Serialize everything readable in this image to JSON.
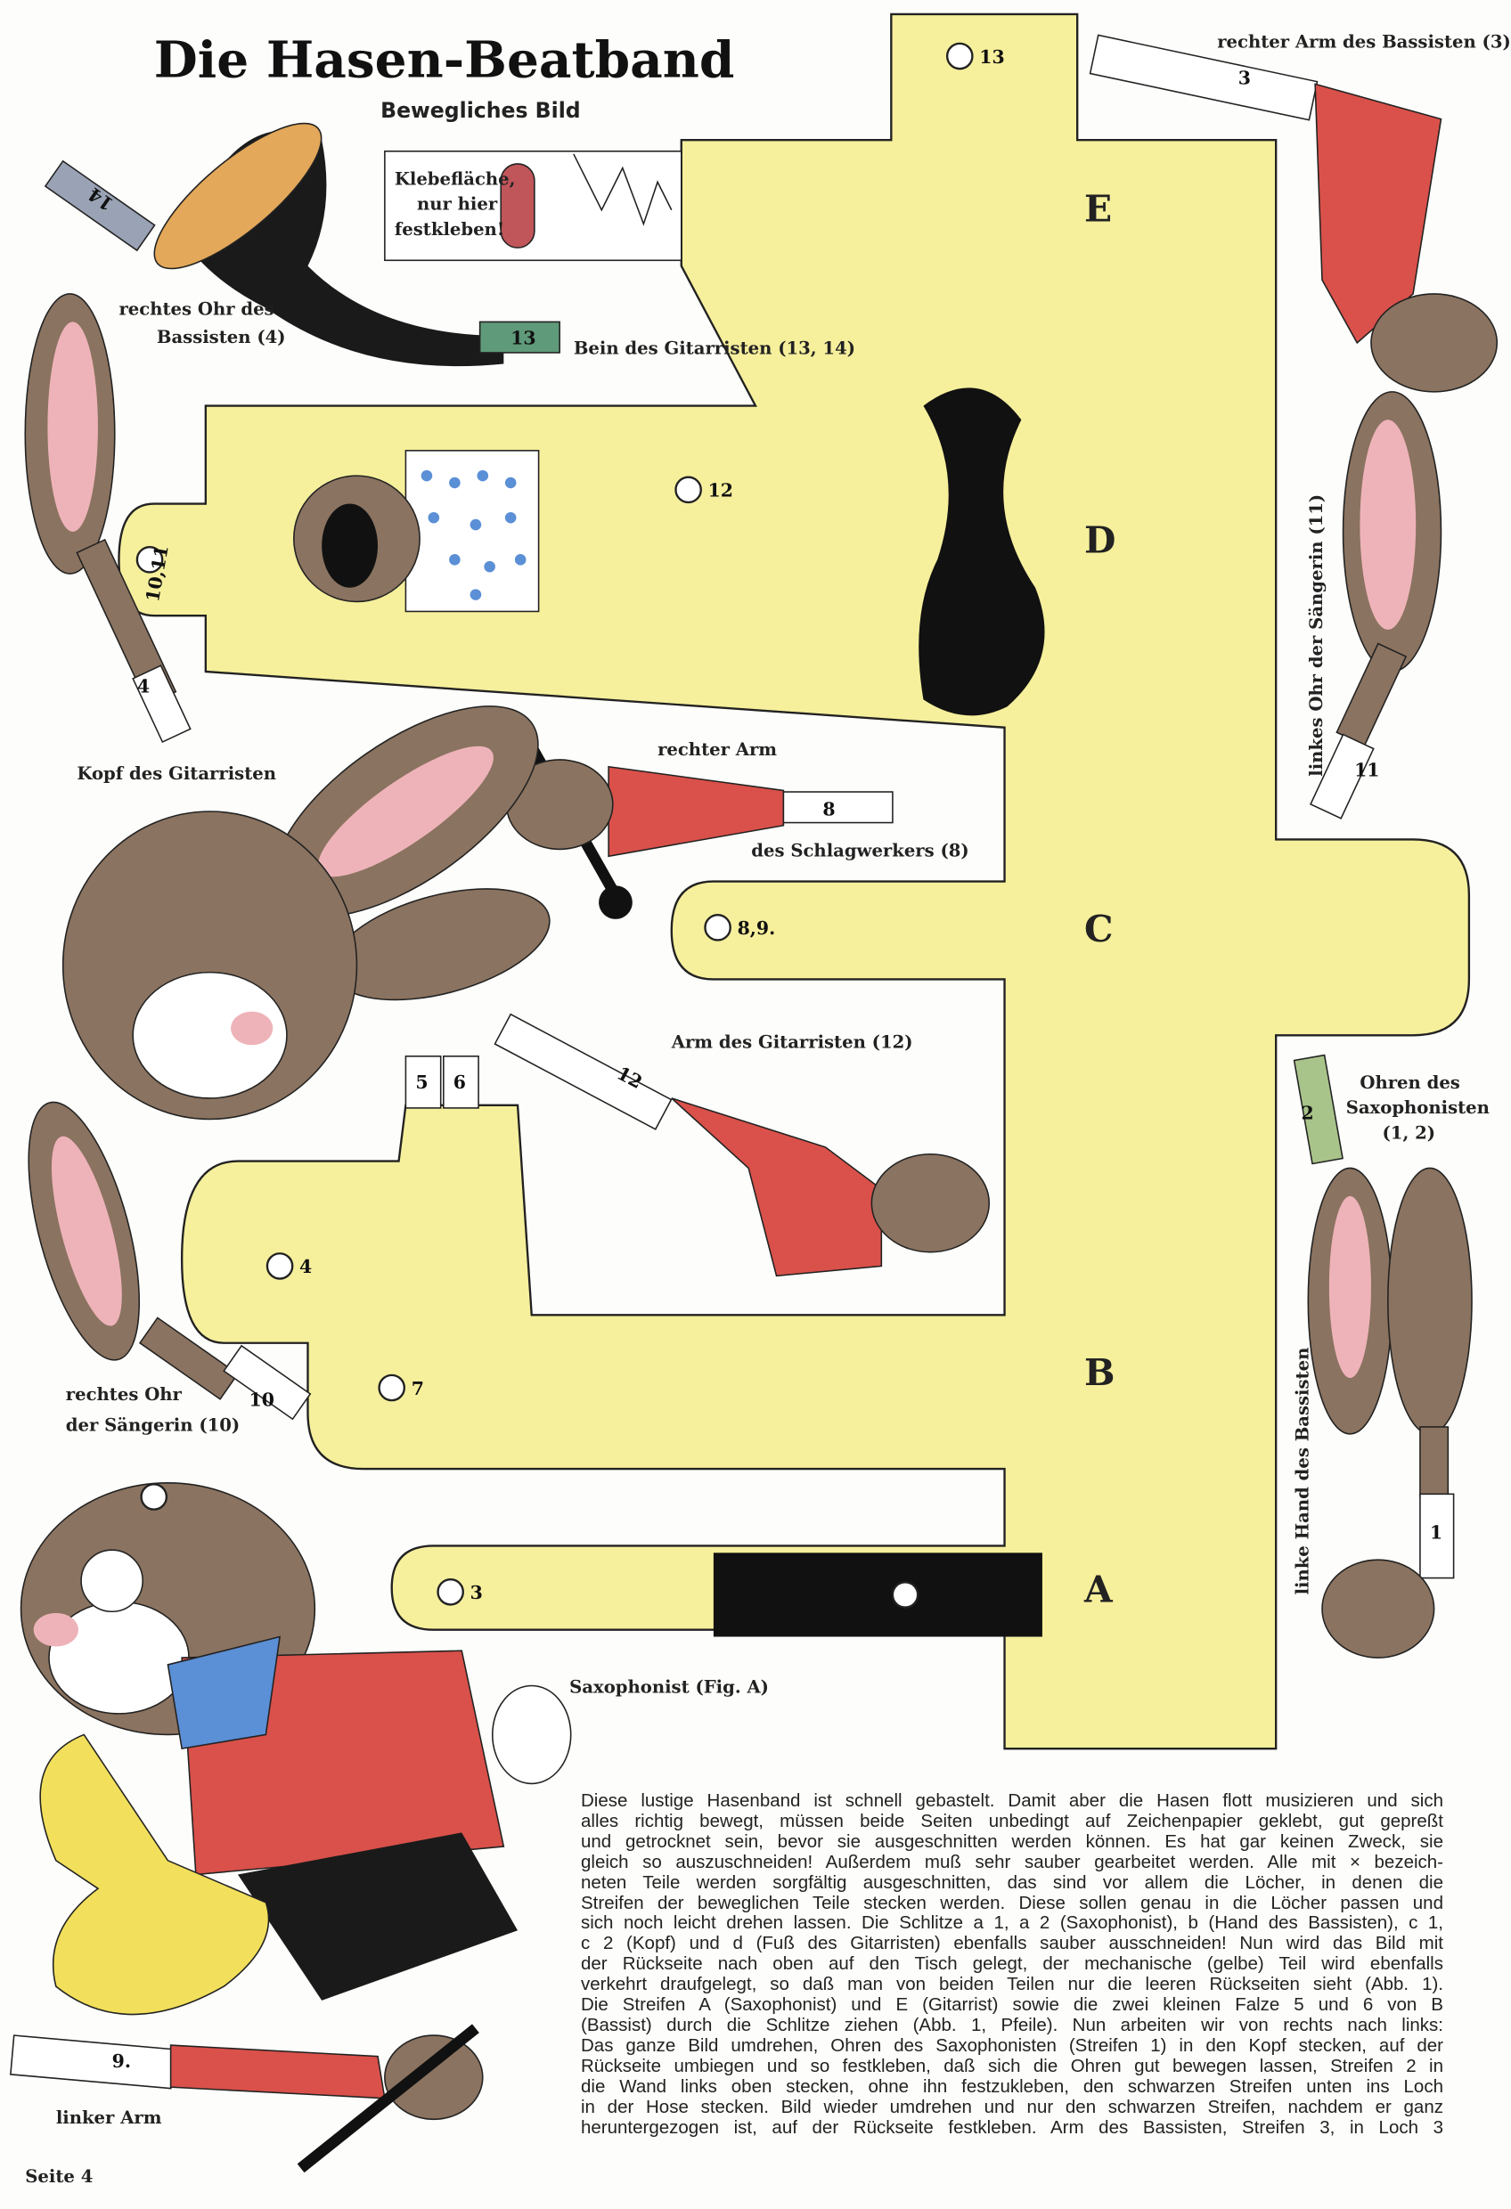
{
  "title": "Die Hasen-Beatband",
  "subtitle": "Bewegliches Bild",
  "glue_area": [
    "Klebefläche,",
    "nur hier",
    "festkleben!"
  ],
  "labels": {
    "bass_right_arm": "rechter Arm des Bassisten (3)",
    "bass_right_ear": [
      "rechtes Ohr des",
      "Bassisten (4)"
    ],
    "guitar_leg": "Bein des Gitarristen (13, 14)",
    "guitar_head": "Kopf des Gitarristen",
    "drummer_arm": [
      "rechter Arm",
      "des Schlagwerkers (8)"
    ],
    "guitar_arm": "Arm des Gitarristen (12)",
    "singer_left_ear": "linkes Ohr der Sängerin (11)",
    "sax_ears": [
      "Ohren des",
      "Saxophonisten",
      "(1, 2)"
    ],
    "singer_right_ear": [
      "rechtes Ohr",
      "der Sängerin (10)"
    ],
    "saxophonist": "Saxophonist (Fig. A)",
    "bass_left_hand": "linke Hand des Bassisten",
    "left_arm": "linker Arm",
    "page": "Seite 4"
  },
  "strip_letters": [
    "E",
    "D",
    "C",
    "B",
    "A"
  ],
  "hole_numbers": {
    "h13": "13",
    "h12": "12",
    "h1011": "10,11",
    "h89": "8,9.",
    "h4": "4",
    "h7": "7",
    "h3": "3",
    "f5": "5",
    "f6": "6"
  },
  "strip_numbers": {
    "s14": "14",
    "s13": "13",
    "s3": "3",
    "s4": "4",
    "s11": "11",
    "s8": "8",
    "s12": "12",
    "s2": "2",
    "s1": "1",
    "s10": "10",
    "s9": "9."
  },
  "instructions": [
    "Diese lustige Hasenband ist schnell gebastelt. Damit aber die Hasen flott musizieren und sich",
    "alles richtig bewegt, müssen beide Seiten unbedingt auf Zeichenpapier geklebt, gut gepreßt",
    "und getrocknet sein, bevor sie ausgeschnitten werden können. Es hat gar keinen Zweck, sie",
    "gleich so auszuschneiden! Außerdem muß sehr sauber gearbeitet werden. Alle mit × bezeich-",
    "neten Teile werden sorgfältig ausgeschnitten, das sind vor allem die Löcher, in denen die",
    "Streifen der beweglichen Teile stecken werden. Diese sollen genau in die Löcher passen und",
    "sich noch leicht drehen lassen. Die Schlitze a 1, a 2 (Saxophonist), b (Hand des Bassisten), c 1,",
    "c 2 (Kopf) und d (Fuß des Gitarristen) ebenfalls sauber ausschneiden! Nun wird das Bild mit",
    "der Rückseite nach oben auf den Tisch gelegt, der mechanische (gelbe) Teil wird ebenfalls",
    "verkehrt draufgelegt, so daß man von beiden Teilen nur die leeren Rückseiten sieht (Abb. 1).",
    "Die Streifen A (Saxophonist) und E (Gitarrist) sowie die zwei kleinen Falze 5 und 6 von B",
    "(Bassist) durch die Schlitze ziehen (Abb. 1, Pfeile). Nun arbeiten wir von rechts nach links:",
    "Das ganze Bild umdrehen, Ohren des Saxophonisten (Streifen 1) in den Kopf stecken, auf der",
    "Rückseite umbiegen und so festkleben, daß sich die Ohren gut bewegen lassen, Streifen 2 in",
    "die Wand links oben stecken, ohne ihn festzukleben, den schwarzen Streifen unten ins Loch",
    "in der Hose stecken. Bild wieder umdrehen und nur den schwarzen Streifen, nachdem er ganz",
    "heruntergezogen ist, auf der Rückseite festkleben. Arm des Bassisten, Streifen 3, in Loch 3"
  ],
  "colors": {
    "yellow": "#f6ef9c",
    "brown": "#8a7360",
    "red": "#d9514a",
    "blue": "#5b8fd6",
    "pink": "#eeb3b8"
  }
}
